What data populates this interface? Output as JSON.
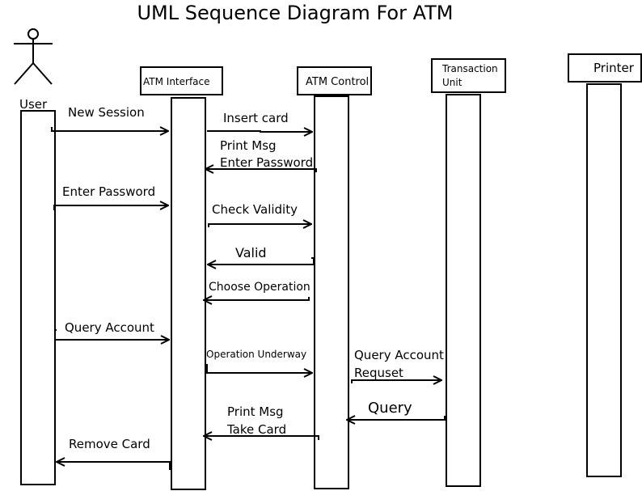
{
  "title": "UML Sequence Diagram For ATM",
  "actor": {
    "label": "User"
  },
  "participants": {
    "atm_interface": "ATM Interface",
    "atm_control": "ATM Control",
    "transaction_unit": [
      "Transaction",
      "Unit"
    ],
    "printer": "Printer"
  },
  "messages": {
    "new_session": "New Session",
    "insert_card": "Insert card",
    "print_msg_1": [
      "Print Msg",
      "Enter Password"
    ],
    "enter_password": "Enter Password",
    "check_validity": "Check Validity",
    "valid": "Valid",
    "choose_operation": "Choose Operation",
    "query_account": "Query Account",
    "operation_underway": "Operation Underway",
    "query_account_request": [
      "Query Account",
      "Requset"
    ],
    "query": "Query",
    "print_msg_2": [
      "Print Msg",
      "Take Card"
    ],
    "remove_card": "Remove Card"
  }
}
